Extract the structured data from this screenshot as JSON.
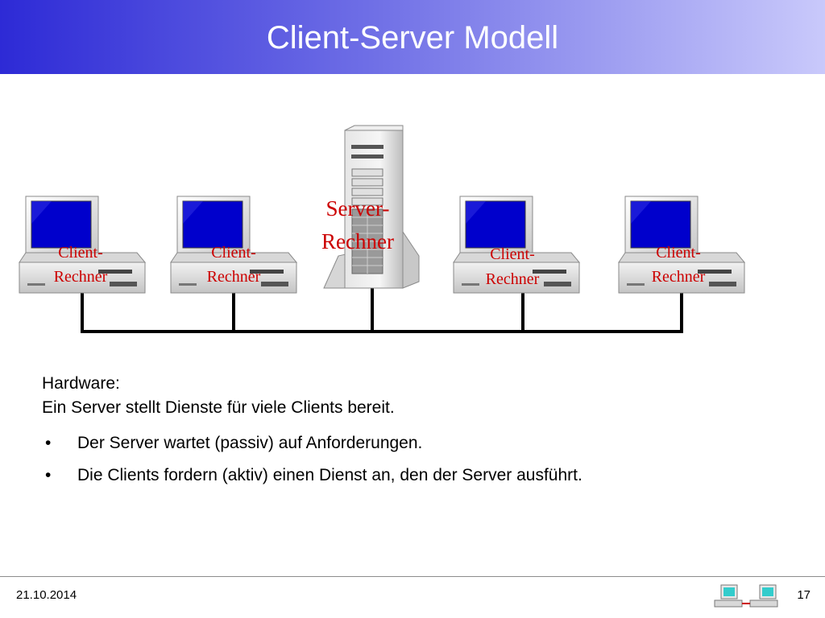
{
  "slide": {
    "title": "Client-Server Modell"
  },
  "diagram": {
    "server": {
      "label_line1": "Server-",
      "label_line2": "Rechner"
    },
    "clients": [
      {
        "label_line1": "Client-",
        "label_line2": "Rechner"
      },
      {
        "label_line1": "Client-",
        "label_line2": "Rechner"
      },
      {
        "label_line1": "Client-",
        "label_line2": "Rechner"
      },
      {
        "label_line1": "Client-",
        "label_line2": "Rechner"
      }
    ],
    "colors": {
      "label": "#cc0000",
      "screen": "#0000cc",
      "cable": "#000000"
    }
  },
  "content": {
    "heading": "Hardware:",
    "intro": "Ein Server stellt Dienste für viele Clients bereit.",
    "bullets": [
      "Der Server wartet (passiv) auf Anforderungen.",
      "Die Clients fordern (aktiv) einen Dienst an, den der Server ausführt."
    ]
  },
  "footer": {
    "date": "21.10.2014",
    "page": "17"
  }
}
